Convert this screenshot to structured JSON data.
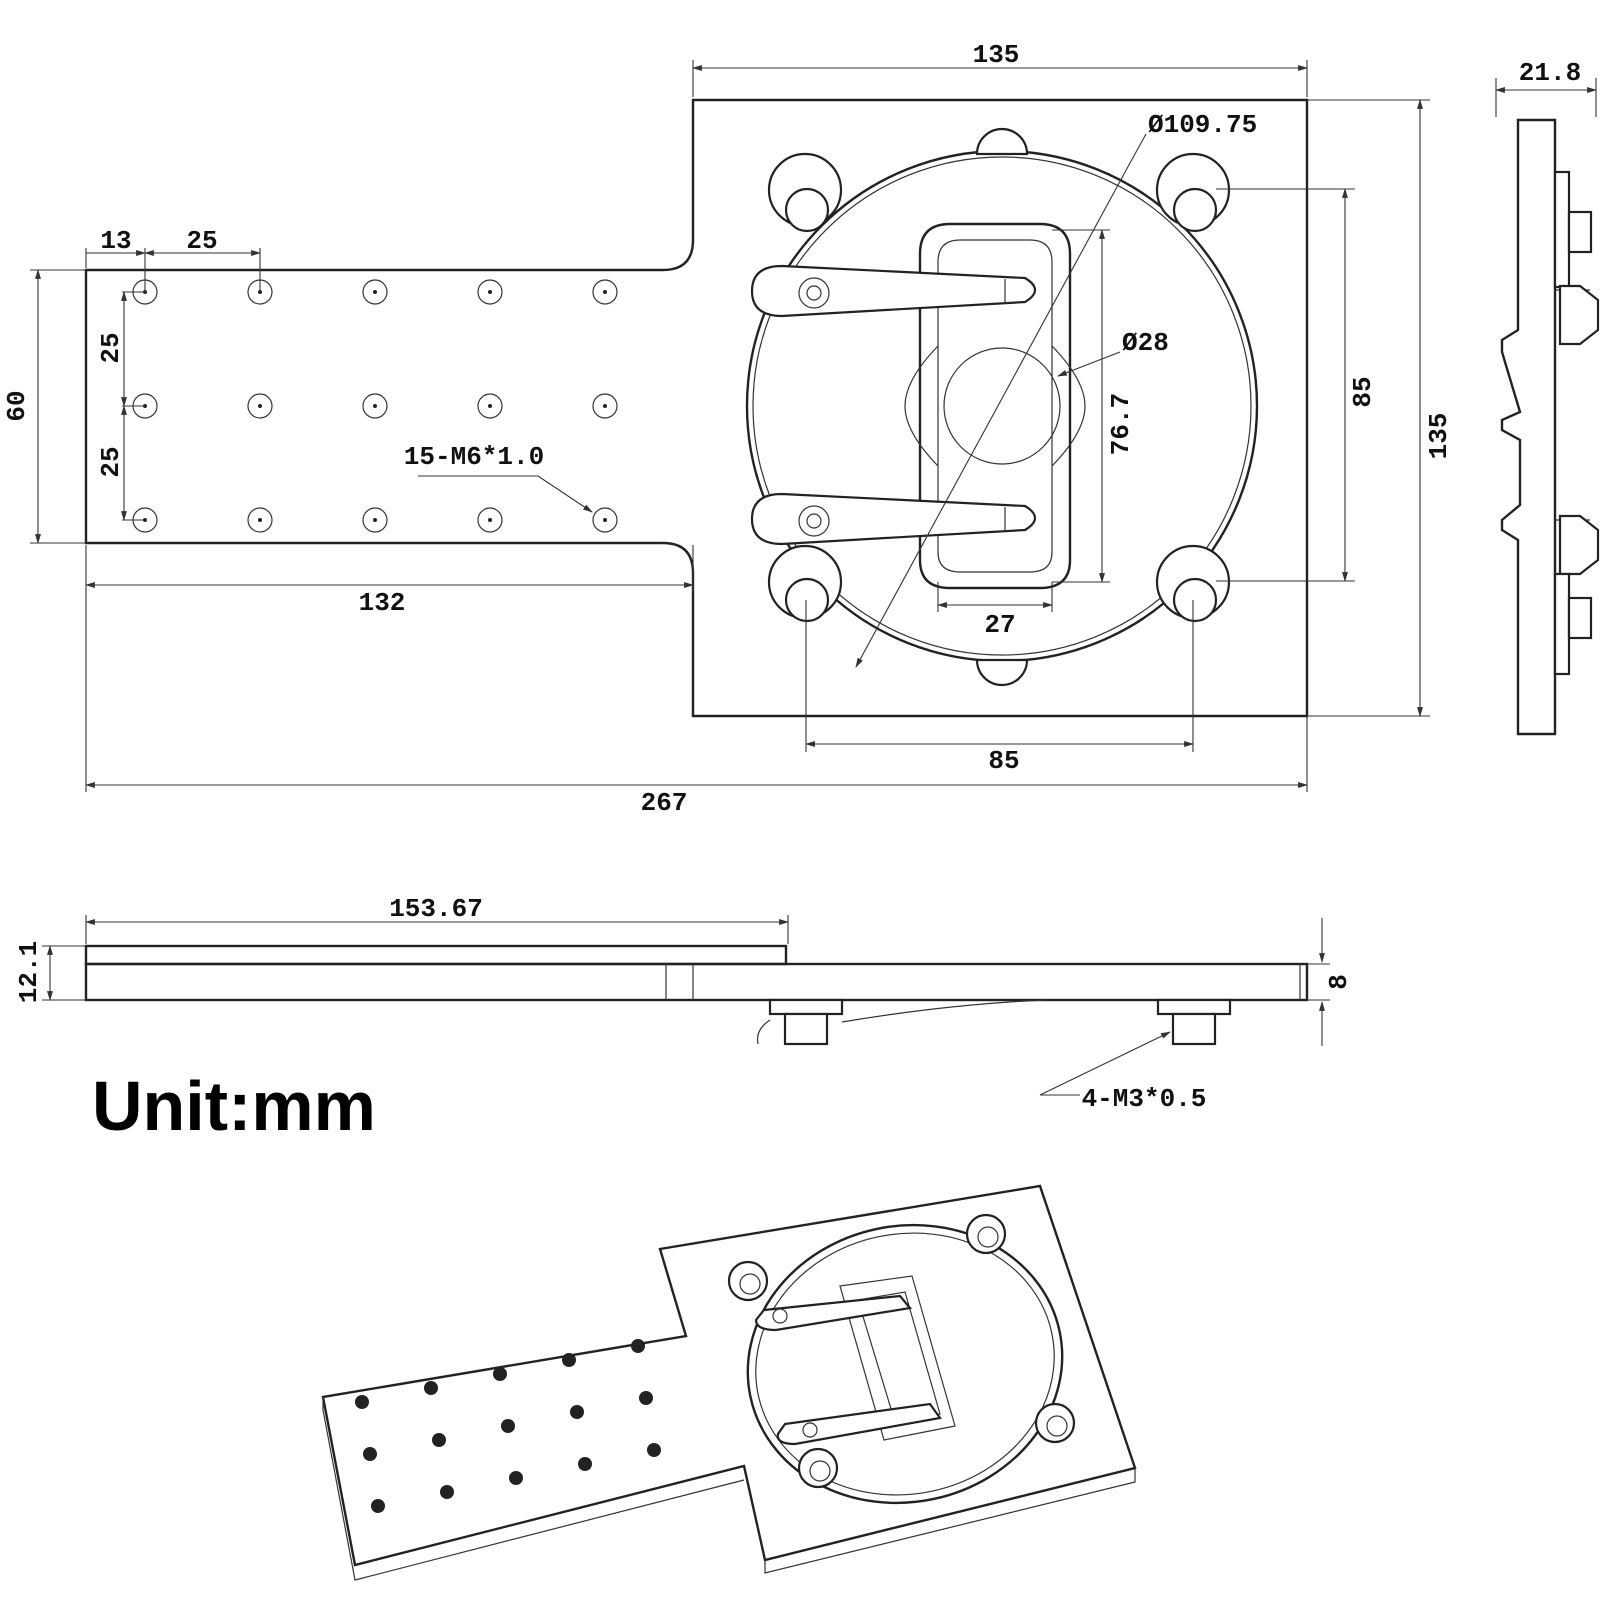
{
  "dimensions": {
    "top_width": "135",
    "side_thickness": "21.8",
    "ring_diameter": "Ø109.75",
    "hole_offset_13": "13",
    "hole_pitch_x": "25",
    "arm_height": "60",
    "hole_pitch_y_1": "25",
    "hole_pitch_y_2": "25",
    "hole_spec": "15-M6*1.0",
    "center_diameter": "Ø28",
    "slot_length": "76.7",
    "post_spacing_v": "85",
    "total_height": "135",
    "arm_length": "132",
    "slot_width": "27",
    "post_spacing_h": "85",
    "total_length": "267",
    "side_length": "153.67",
    "side_height": "12.1",
    "plate_thickness": "8",
    "screw_spec": "4-M3*0.5"
  },
  "unit_label": "Unit:mm"
}
